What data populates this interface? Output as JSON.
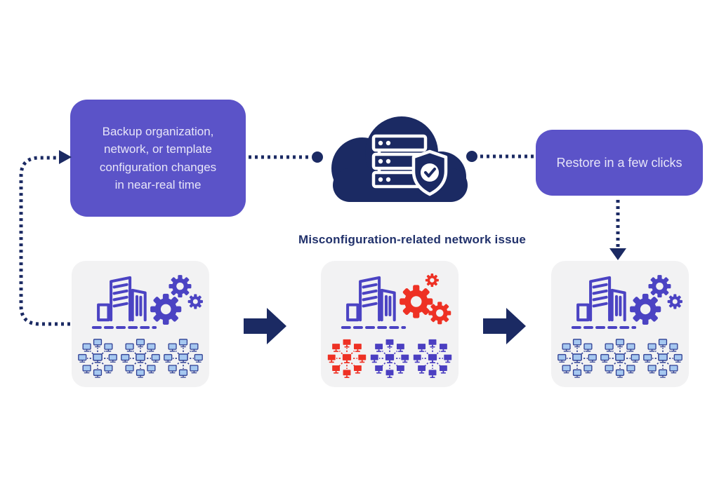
{
  "backup_box": {
    "label": "Backup organization,\nnetwork, or template\nconfiguration changes\nin near-real time"
  },
  "restore_box": {
    "label": "Restore in a few clicks"
  },
  "caption": {
    "label": "Misconfiguration-related network issue"
  },
  "colors": {
    "callout_purple": "#5b53c8",
    "callout_text": "#e7e5f8",
    "navy": "#1b2a63",
    "caption_navy": "#21316b",
    "icon_purple": "#4b43c3",
    "alert_red": "#ee3124",
    "monitor_outline": "#2f3f93",
    "monitor_screen": "#a6c8f0",
    "cluster_solid_purple": "#4b3fc1",
    "card_bg": "#f2f2f3",
    "background": "#ffffff"
  },
  "cards": [
    {
      "id": "healthy-network-backed-up",
      "gears": "normal",
      "clusters": [
        "blue-outline",
        "blue-outline",
        "blue-outline"
      ]
    },
    {
      "id": "misconfigured-network-issue",
      "gears": "broken-red",
      "clusters": [
        "red-solid",
        "purple-solid",
        "purple-solid"
      ]
    },
    {
      "id": "restored-network",
      "gears": "normal",
      "clusters": [
        "blue-outline",
        "blue-outline",
        "blue-outline"
      ]
    }
  ],
  "icons": {
    "cloud": "cloud-backup-icon",
    "server": "server-stack-shield-check-icon",
    "building": "organization-building-icon",
    "gears": "configuration-gears-icon",
    "cluster": "network-cluster-icon",
    "arrow": "flow-arrow-right-icon",
    "connector": "dotted-connector-line",
    "node": "connector-dot-node"
  }
}
